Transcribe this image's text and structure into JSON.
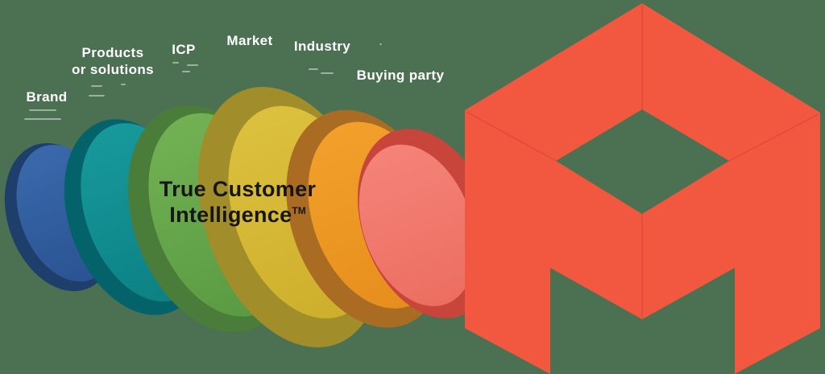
{
  "canvas": {
    "background_color": "#4C7152"
  },
  "diagram": {
    "title": {
      "line1": "True Customer",
      "line2": "Intelligence",
      "trademark": "TM",
      "color": "#161616"
    },
    "label_color": "#FFFFFF",
    "labels": [
      {
        "id": "brand",
        "text": "Brand"
      },
      {
        "id": "products",
        "text": "Products\nor solutions"
      },
      {
        "id": "icp",
        "text": "ICP"
      },
      {
        "id": "market",
        "text": "Market"
      },
      {
        "id": "industry",
        "text": "Industry"
      },
      {
        "id": "buying-party",
        "text": "Buying party"
      }
    ],
    "discs": [
      {
        "name": "brand",
        "rim_color": "#1E3E6B",
        "face_color_top": "#3A69AB",
        "face_color_bottom": "#2A5392"
      },
      {
        "name": "products-or-solutions",
        "rim_color": "#04626A",
        "face_color_top": "#17999B",
        "face_color_bottom": "#0C8184"
      },
      {
        "name": "icp",
        "rim_color": "#4A7C3A",
        "face_color_top": "#72B153",
        "face_color_bottom": "#5A9A42"
      },
      {
        "name": "market",
        "rim_color": "#A28D2B",
        "face_color_top": "#DCC13E",
        "face_color_bottom": "#CEAF2C"
      },
      {
        "name": "industry",
        "rim_color": "#AA6B22",
        "face_color_top": "#F2A02B",
        "face_color_bottom": "#E68E1D"
      },
      {
        "name": "buying-party",
        "rim_color": "#C7453A",
        "face_color_top": "#F58378",
        "face_color_bottom": "#EC6E61"
      }
    ]
  },
  "logo": {
    "name": "isometric-cube-m-logo",
    "color": "#F2573F"
  }
}
